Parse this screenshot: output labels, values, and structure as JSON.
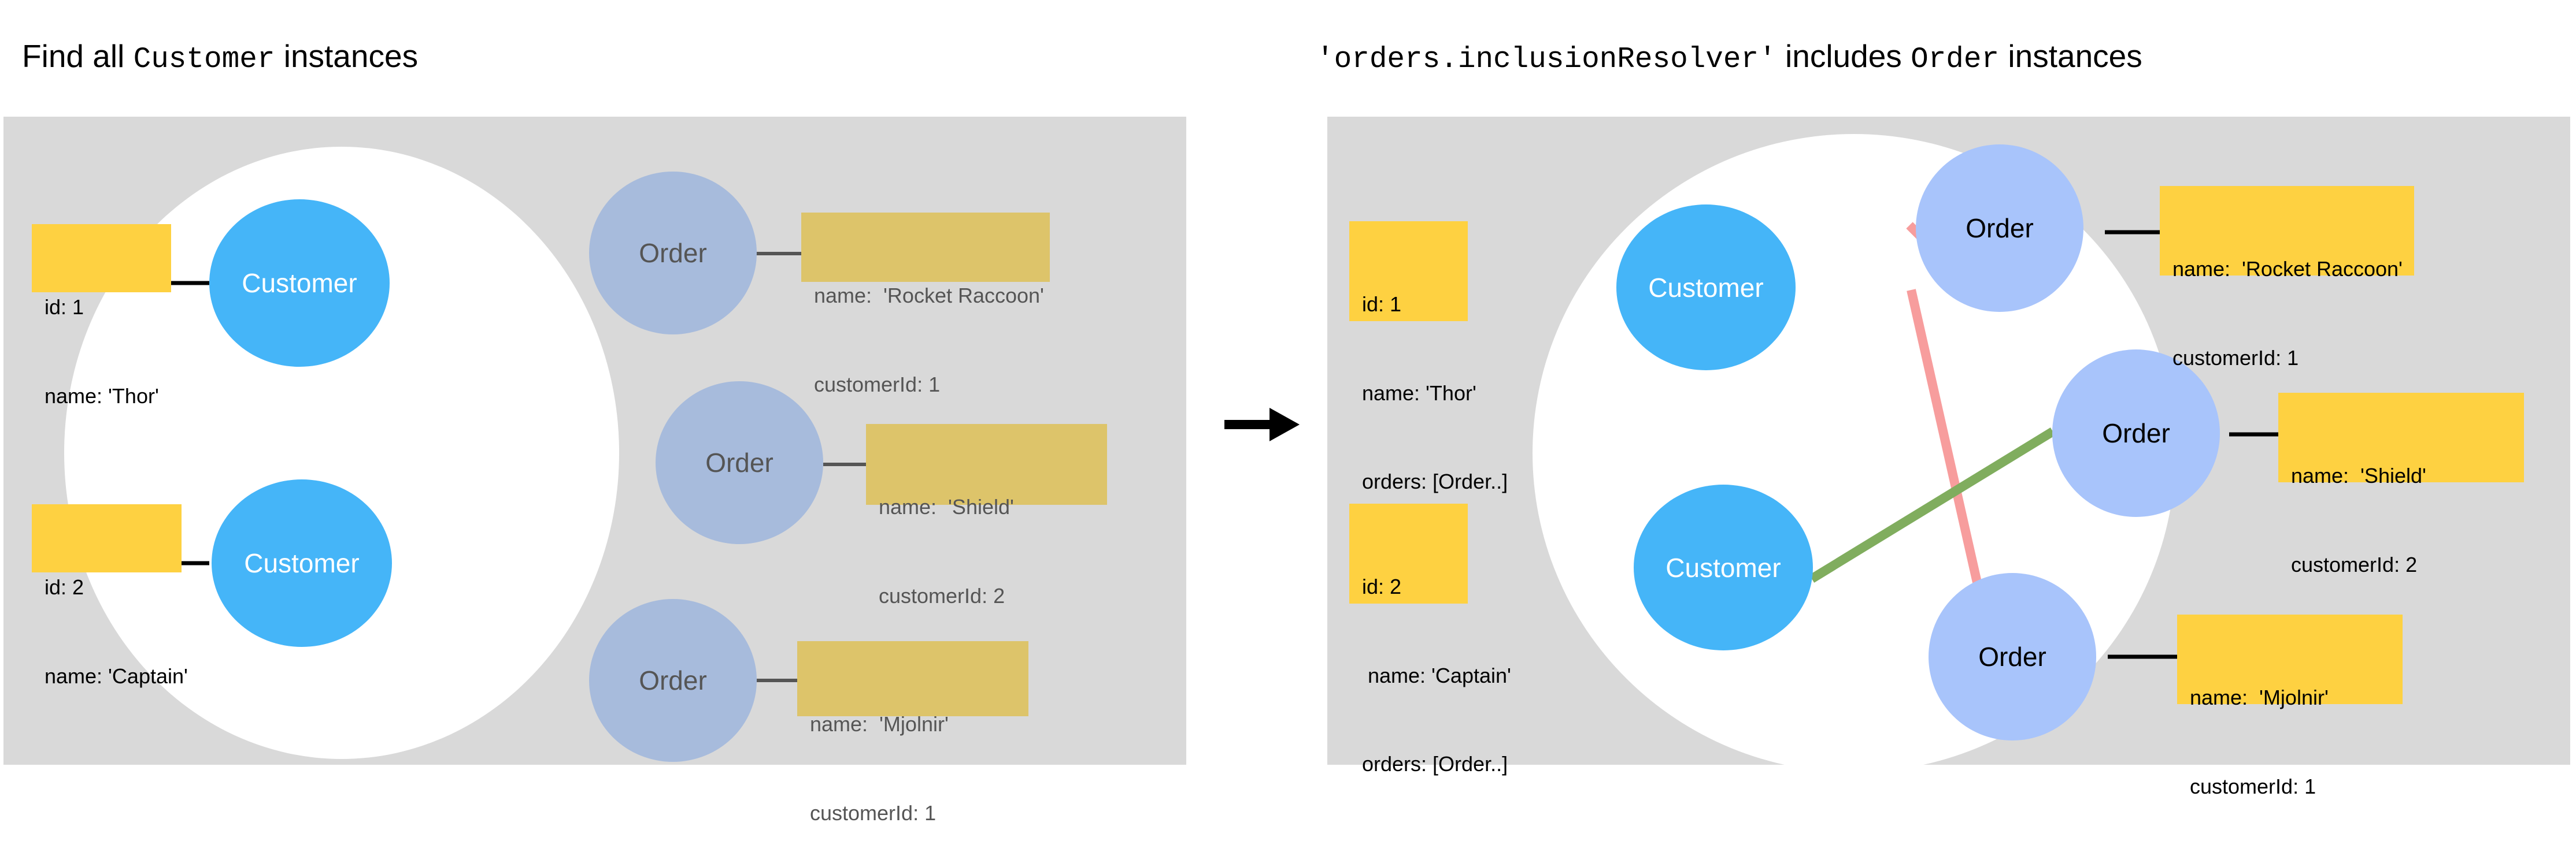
{
  "colors": {
    "panel_bg": "#d9d9d9",
    "blob": "#ffffff",
    "customer_node": "#45b5f8",
    "order_node_muted": "#a7bbdc",
    "order_node_bright": "#a8c4fb",
    "box_yellow": "#fed141",
    "box_khaki": "#ddc46a",
    "edge_black": "#000000",
    "edge_pink": "#f79d9d",
    "edge_green": "#80ad5e"
  },
  "left_panel": {
    "title": {
      "prefix": "Find all ",
      "code": "Customer",
      "suffix": " instances"
    },
    "customers": [
      {
        "node_label": "Customer",
        "box": {
          "line1": "id: 1",
          "line2": "name: 'Thor'"
        }
      },
      {
        "node_label": "Customer",
        "box": {
          "line1": "id: 2",
          "line2": "name: 'Captain'"
        }
      }
    ],
    "orders": [
      {
        "node_label": "Order",
        "box": {
          "line1": "name:  'Rocket Raccoon'",
          "line2": "customerId: 1"
        }
      },
      {
        "node_label": "Order",
        "box": {
          "line1": "name:  'Shield'",
          "line2": "customerId: 2"
        }
      },
      {
        "node_label": "Order",
        "box": {
          "line1": "name:  'Mjolnir'",
          "line2": "customerId: 1"
        }
      }
    ]
  },
  "transition": {
    "arrow_icon": "arrow-right-icon"
  },
  "right_panel": {
    "title": {
      "code1": "'orders.inclusionResolver'",
      "middle": "  includes ",
      "code2": "Order",
      "suffix": " instances"
    },
    "customers": [
      {
        "node_label": "Customer",
        "box": {
          "line1": "id: 1",
          "line2": "name: 'Thor'",
          "line3": "orders: [Order..]"
        }
      },
      {
        "node_label": "Customer",
        "box": {
          "line1": "id: 2",
          "line2": " name: 'Captain'",
          "line3": "orders: [Order..]"
        }
      }
    ],
    "orders": [
      {
        "node_label": "Order",
        "box": {
          "line1": "name:  'Rocket Raccoon'",
          "line2": "customerId: 1"
        }
      },
      {
        "node_label": "Order",
        "box": {
          "line1": "name:  'Shield'",
          "line2": "customerId: 2"
        }
      },
      {
        "node_label": "Order",
        "box": {
          "line1": "name:  'Mjolnir'",
          "line2": "customerId: 1"
        }
      }
    ],
    "relations": [
      {
        "from": "customer-1",
        "to": "order-rocket-raccoon",
        "color": "#f79d9d"
      },
      {
        "from": "customer-1",
        "to": "order-mjolnir",
        "color": "#f79d9d"
      },
      {
        "from": "customer-2",
        "to": "order-shield",
        "color": "#80ad5e"
      }
    ]
  }
}
